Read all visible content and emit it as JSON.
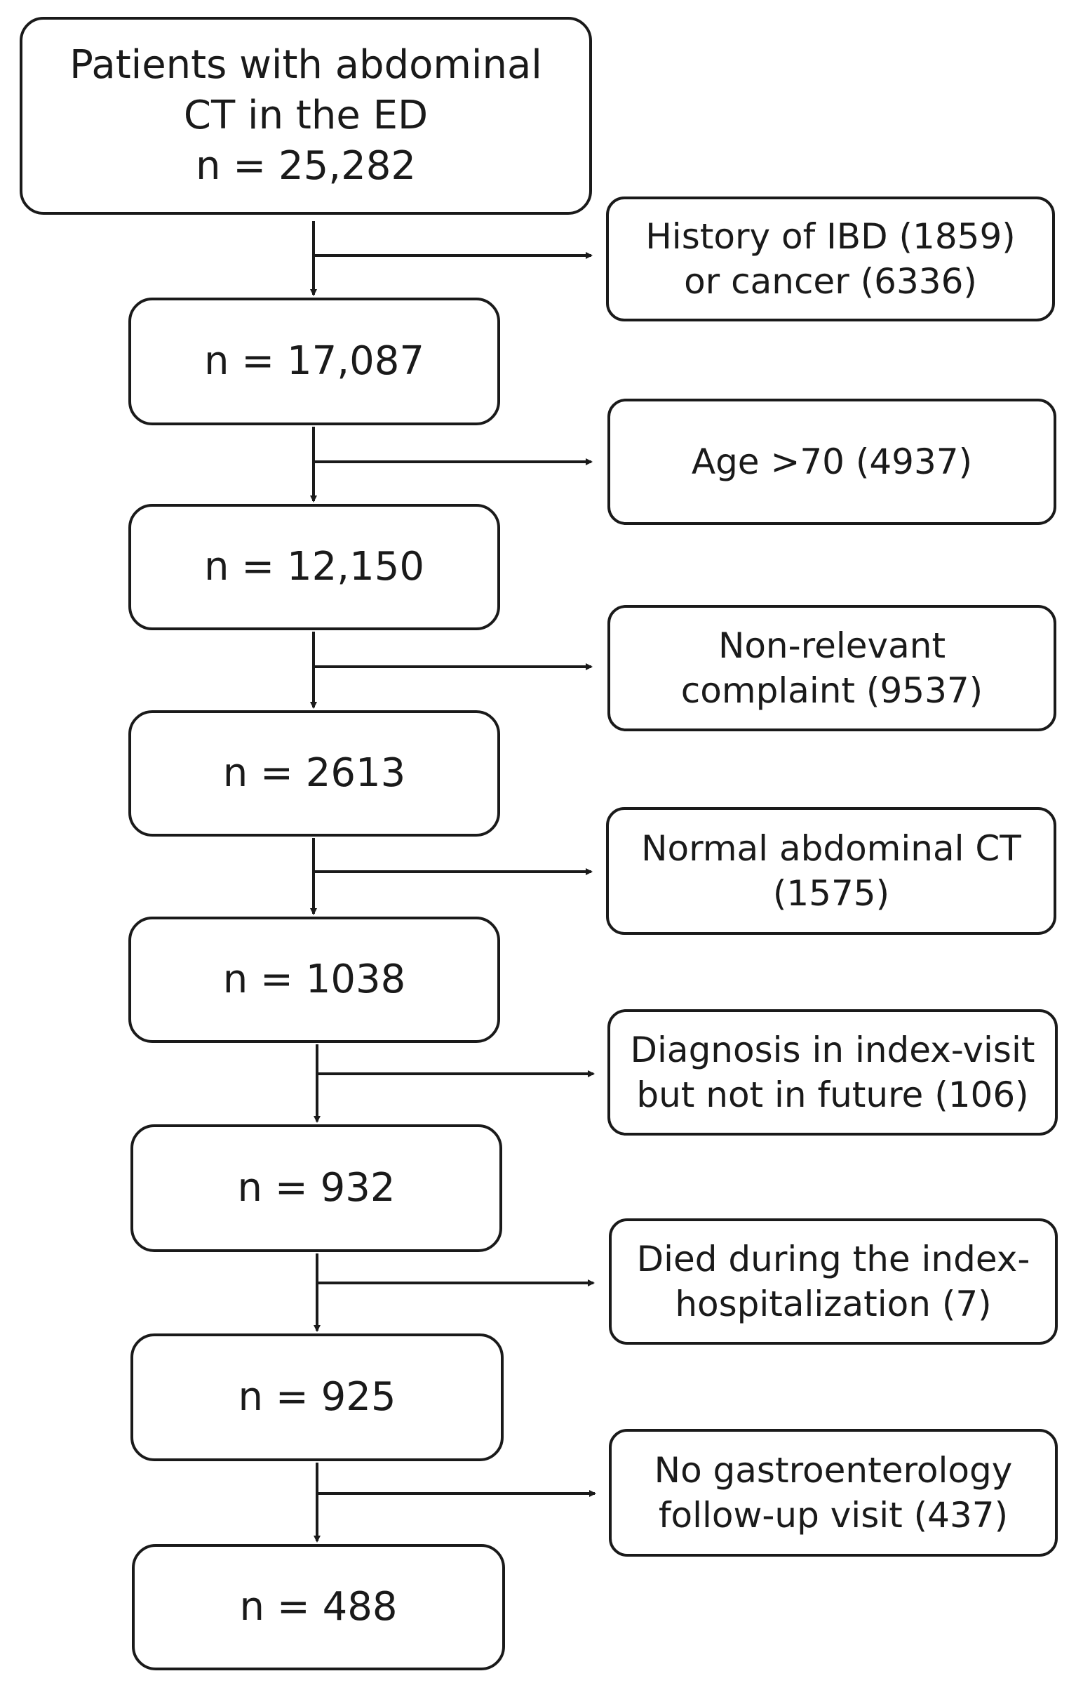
{
  "flow": {
    "steps": [
      {
        "label": "Patients with abdominal\nCT in the ED\nn = 25,282"
      },
      {
        "label": "n = 17,087"
      },
      {
        "label": "n = 12,150"
      },
      {
        "label": "n = 2613"
      },
      {
        "label": "n = 1038"
      },
      {
        "label": "n = 932"
      },
      {
        "label": "n = 925"
      },
      {
        "label": "n = 488"
      }
    ],
    "exclusions": [
      {
        "label": "History of IBD (1859)\nor cancer (6336)"
      },
      {
        "label": "Age >70 (4937)"
      },
      {
        "label": "Non-relevant\ncomplaint (9537)"
      },
      {
        "label": "Normal abdominal CT\n(1575)"
      },
      {
        "label": "Diagnosis in index-visit\nbut not in future (106)"
      },
      {
        "label": "Died during the index-\nhospitalization (7)"
      },
      {
        "label": "No gastroenterology\nfollow-up visit (437)"
      }
    ]
  },
  "colors": {
    "stroke": "#1a1a1a",
    "background": "#ffffff"
  }
}
